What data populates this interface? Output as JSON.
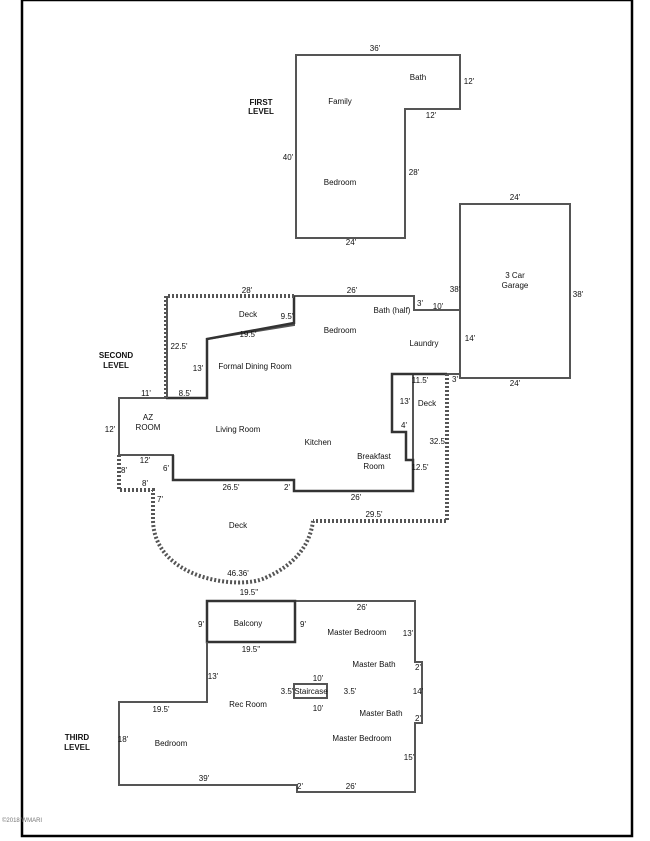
{
  "levels": {
    "first": {
      "label_line1": "FIRST",
      "label_line2": "LEVEL",
      "rooms": [
        "Family",
        "Bath",
        "Bedroom"
      ],
      "dims": [
        "36'",
        "12'",
        "12'",
        "40'",
        "28'",
        "24'"
      ]
    },
    "garage": {
      "room_line1": "3 Car",
      "room_line2": "Garage",
      "dims": [
        "24'",
        "38'",
        "38'",
        "10'",
        "3'",
        "14'",
        "24'",
        "3'"
      ]
    },
    "second": {
      "label_line1": "SECOND",
      "label_line2": "LEVEL",
      "rooms": [
        "Deck",
        "Bedroom",
        "Bath (half)",
        "Laundry",
        "Formal Dining Room",
        "Living Room",
        "Kitchen",
        "Deck",
        "Deck"
      ],
      "az_room_line1": "AZ",
      "az_room_line2": "ROOM",
      "breakfast_line1": "Breakfast",
      "breakfast_line2": "Room",
      "dims": [
        "28'",
        "26'",
        "9.5'",
        "19.5'",
        "22.5'",
        "13'",
        "8.5'",
        "11'",
        "12'",
        "12'",
        "8'",
        "6'",
        "8'",
        "7'",
        "26.5'",
        "2'",
        "26'",
        "11.5'",
        "13'",
        "4'",
        "32.5'",
        "12.5'",
        "29.5'",
        "46.36'"
      ]
    },
    "third": {
      "label_line1": "THIRD",
      "label_line2": "LEVEL",
      "rooms": [
        "Balcony",
        "Master Bedroom",
        "Master Bath",
        "Staircase",
        "Rec Room",
        "Master Bath",
        "Bedroom",
        "Master Bedroom"
      ],
      "dims": [
        "19.5''",
        "26'",
        "9'",
        "9'",
        "13'",
        "19.5''",
        "10'",
        "2'",
        "13'",
        "3.5'",
        "3.5'",
        "14'",
        "10'",
        "19.5'",
        "2'",
        "18'",
        "15'",
        "39'",
        "2'",
        "26'"
      ]
    }
  },
  "watermark": "©2018 WMARI"
}
